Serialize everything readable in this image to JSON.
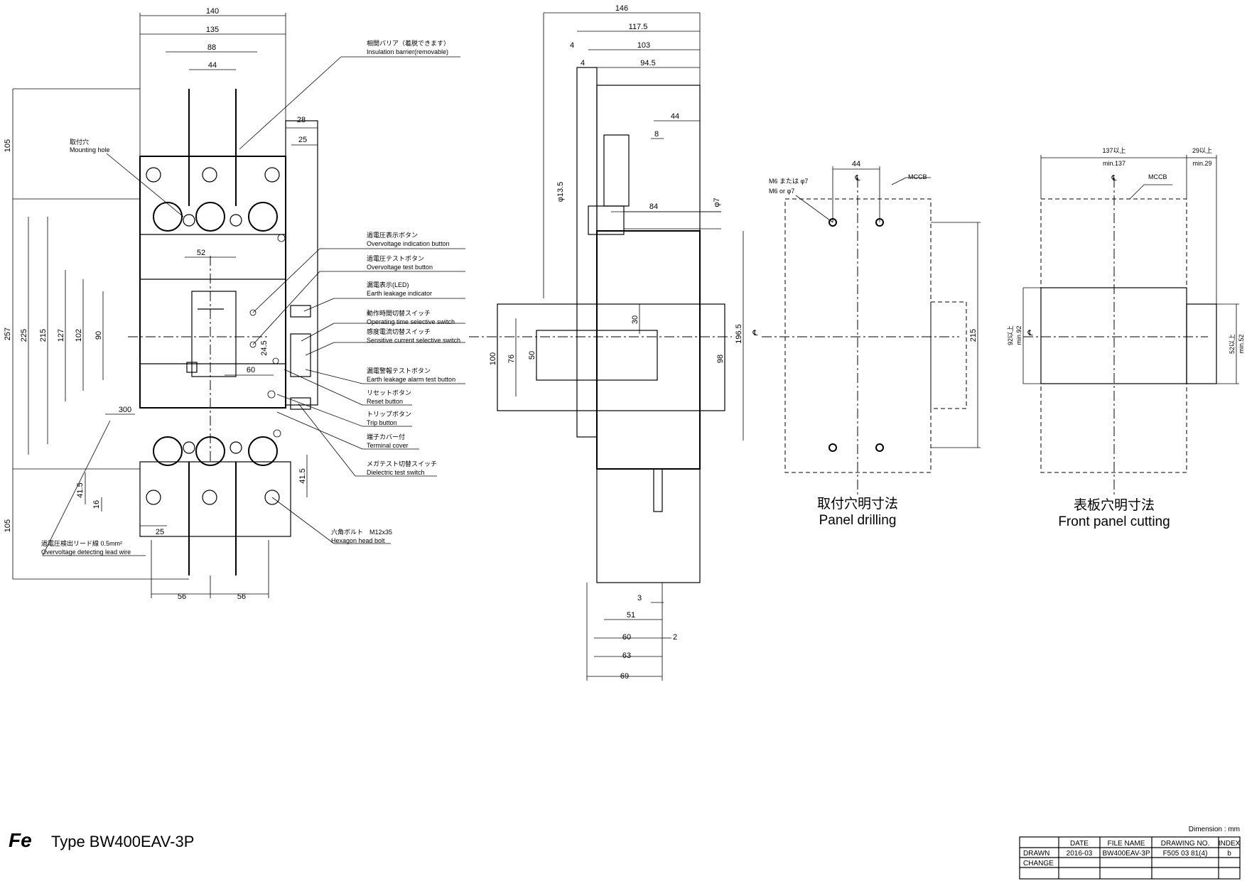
{
  "front_view": {
    "dims": {
      "w140": "140",
      "w135": "135",
      "w88": "88",
      "w44": "44",
      "w28": "28",
      "w25": "25",
      "h105_top": "105",
      "h257": "257",
      "h225": "225",
      "h215": "215",
      "h127": "127",
      "h102": "102",
      "h90": "90",
      "w52": "52",
      "w60": "60",
      "h24_5": "24.5",
      "w300": "300",
      "h41_5_left": "41.5",
      "h16": "16",
      "w25_bottom": "25",
      "h41_5_right": "41.5",
      "h105_bottom": "105",
      "w56_left": "56",
      "w56_right": "56"
    },
    "callouts": {
      "insulation_jp": "相間バリア（着脱できます）",
      "insulation_en": "Insulation barrier(removable)",
      "mounting_jp": "取付穴",
      "mounting_en": "Mounting hole",
      "ov_ind_jp": "過電圧表示ボタン",
      "ov_ind_en": "Overvoltage indication button",
      "ov_test_jp": "過電圧テストボタン",
      "ov_test_en": "Overvoltage test button",
      "el_ind_jp": "漏電表示(LED)",
      "el_ind_en": "Earth leakage indicator",
      "op_time_jp": "動作時間切替スイッチ",
      "op_time_en": "Operating time selective switch",
      "sens_jp": "感度電流切替スイッチ",
      "sens_en": "Sensitive current selective switch",
      "el_alarm_jp": "漏電警報テストボタン",
      "el_alarm_en": "Earth leakage alarm test button",
      "reset_jp": "リセットボタン",
      "reset_en": "Reset button",
      "trip_jp": "トリップボタン",
      "trip_en": "Trip button",
      "term_jp": "端子カバー付",
      "term_en": "Terminal cover",
      "megger_jp": "メガテスト切替スイッチ",
      "megger_en": "Dielectric test switch",
      "lead_jp": "過電圧検出リード線 0.5mm²",
      "lead_en": "Overvoltage detecting lead wire",
      "bolt_jp": "六角ボルト　M12x35",
      "bolt_en": "Hexagon head bolt"
    }
  },
  "side_view": {
    "dims": {
      "w146": "146",
      "w117_5": "117.5",
      "w103": "103",
      "w94_5": "94.5",
      "w4a": "4",
      "w4b": "4",
      "w44": "44",
      "w8": "8",
      "d13_5": "φ13.5",
      "w84": "84",
      "d7": "φ7",
      "h100": "100",
      "h76": "76",
      "h50": "50",
      "h30": "30",
      "h98": "98",
      "h196_5": "196.5",
      "w3": "3",
      "w51": "51",
      "w60": "60",
      "w2": "2",
      "w63": "63",
      "w69": "69"
    }
  },
  "panel_drilling": {
    "w44": "44",
    "hole_jp": "M6 または φ7",
    "hole_en": "M6 or φ7",
    "mccb": "MCCB",
    "h215": "215",
    "title_jp": "取付穴明寸法",
    "title_en": "Panel drilling"
  },
  "front_panel": {
    "w137_jp": "137以上",
    "w137_en": "min.137",
    "w29_jp": "29以上",
    "w29_en": "min.29",
    "mccb": "MCCB",
    "h92_jp": "92以上",
    "h92_en": "min.92",
    "h52_jp": "52以上",
    "h52_en": "min.52",
    "title_jp": "表板穴明寸法",
    "title_en": "Front panel cutting"
  },
  "centerline": "℄",
  "logo": "Fe",
  "type_label": "Type BW400EAV-3P",
  "dimension_note": "Dimension : mm",
  "title_block": {
    "headers": [
      "",
      "DATE",
      "FILE NAME",
      "DRAWING NO.",
      "INDEX"
    ],
    "rows": [
      [
        "DRAWN",
        "2016-03",
        "BW400EAV-3P",
        "F505 03 81(4)",
        "b"
      ],
      [
        "CHANGE",
        "",
        "",
        "",
        ""
      ]
    ]
  }
}
